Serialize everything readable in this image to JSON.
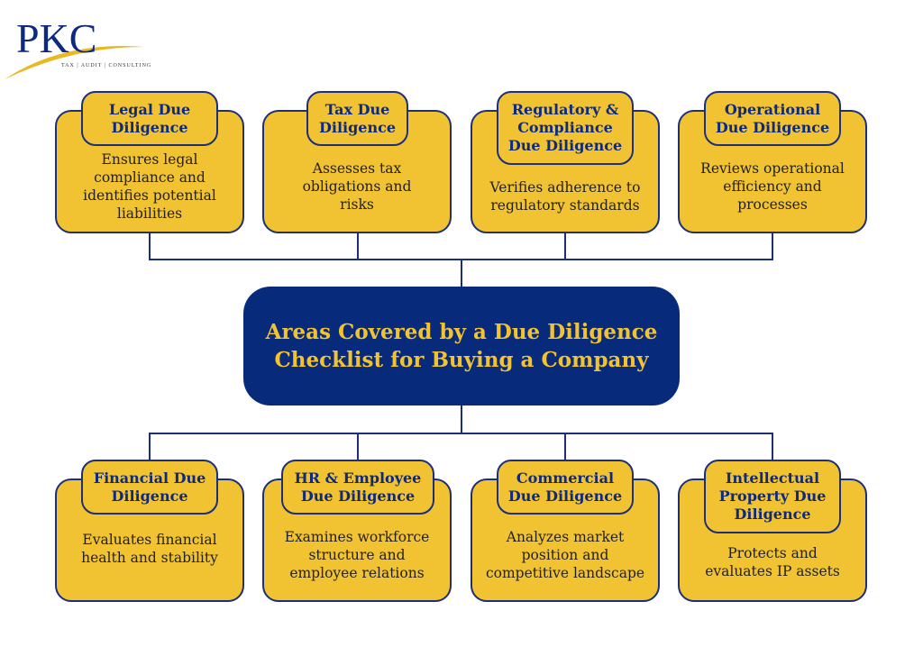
{
  "logo": {
    "text": "PKC",
    "tagline": "TAX | AUDIT | CONSULTING"
  },
  "center_title": "Areas Covered by a Due Diligence Checklist for Buying a Company",
  "colors": {
    "navy": "#082A7A",
    "yellow": "#F1C232",
    "border": "#1B2F7A"
  },
  "top": [
    {
      "title": "Legal Due Diligence",
      "desc": "Ensures legal compliance and identifies potential liabilities"
    },
    {
      "title": "Tax Due Diligence",
      "desc": "Assesses tax obligations and risks"
    },
    {
      "title": "Regulatory & Compliance Due Diligence",
      "desc": "Verifies adherence to regulatory standards"
    },
    {
      "title": "Operational Due Diligence",
      "desc": "Reviews operational efficiency and processes"
    }
  ],
  "bottom": [
    {
      "title": "Financial Due Diligence",
      "desc": "Evaluates financial health and stability"
    },
    {
      "title": "HR & Employee Due Diligence",
      "desc": "Examines workforce structure and employee relations"
    },
    {
      "title": "Commercial Due Diligence",
      "desc": "Analyzes market position and competitive landscape"
    },
    {
      "title": "Intellectual Property Due Diligence",
      "desc": "Protects and evaluates IP assets"
    }
  ]
}
